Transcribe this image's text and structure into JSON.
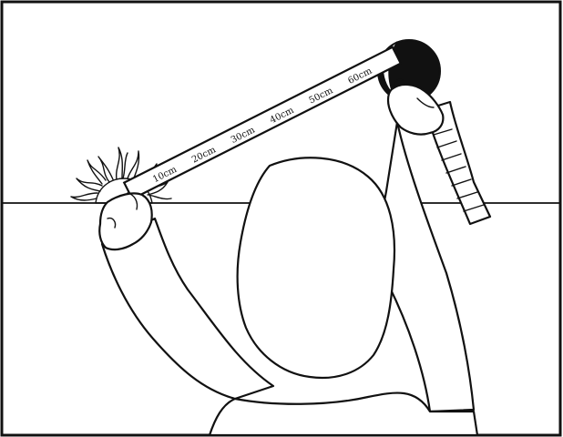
{
  "illustration": {
    "colors": {
      "ink": "#111111",
      "paper": "#ffffff"
    },
    "tape_marks": [
      {
        "id": "m10",
        "label": "10cm"
      },
      {
        "id": "m20",
        "label": "20cm"
      },
      {
        "id": "m30",
        "label": "30cm"
      },
      {
        "id": "m40",
        "label": "40cm"
      },
      {
        "id": "m50",
        "label": "50cm"
      },
      {
        "id": "m60",
        "label": "60cm"
      }
    ]
  }
}
